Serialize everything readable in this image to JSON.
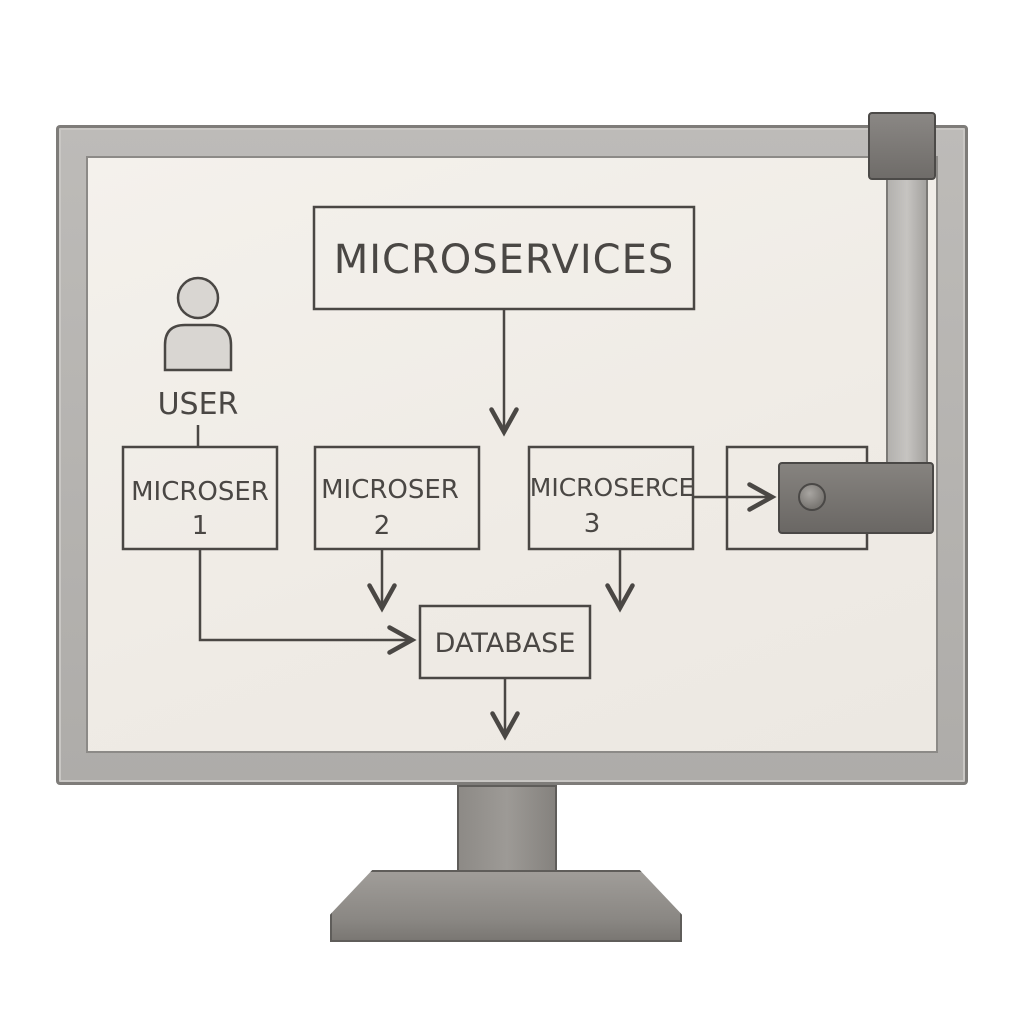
{
  "diagram": {
    "title_box": "MICROSERVICES",
    "user_label": "USER",
    "services": [
      {
        "name": "MICROSER",
        "number": "1"
      },
      {
        "name": "MICROSER",
        "number": "2"
      },
      {
        "name": "MICROSERCE",
        "number": "3"
      }
    ],
    "database_label": "DATABASE"
  },
  "colors": {
    "ink": "#4a4744",
    "screen": "#f0ece6",
    "bezel": "#b3b1ae",
    "stand": "#8d8a86"
  },
  "icons": {
    "user": "user-icon",
    "clamp": "clamp-icon"
  }
}
